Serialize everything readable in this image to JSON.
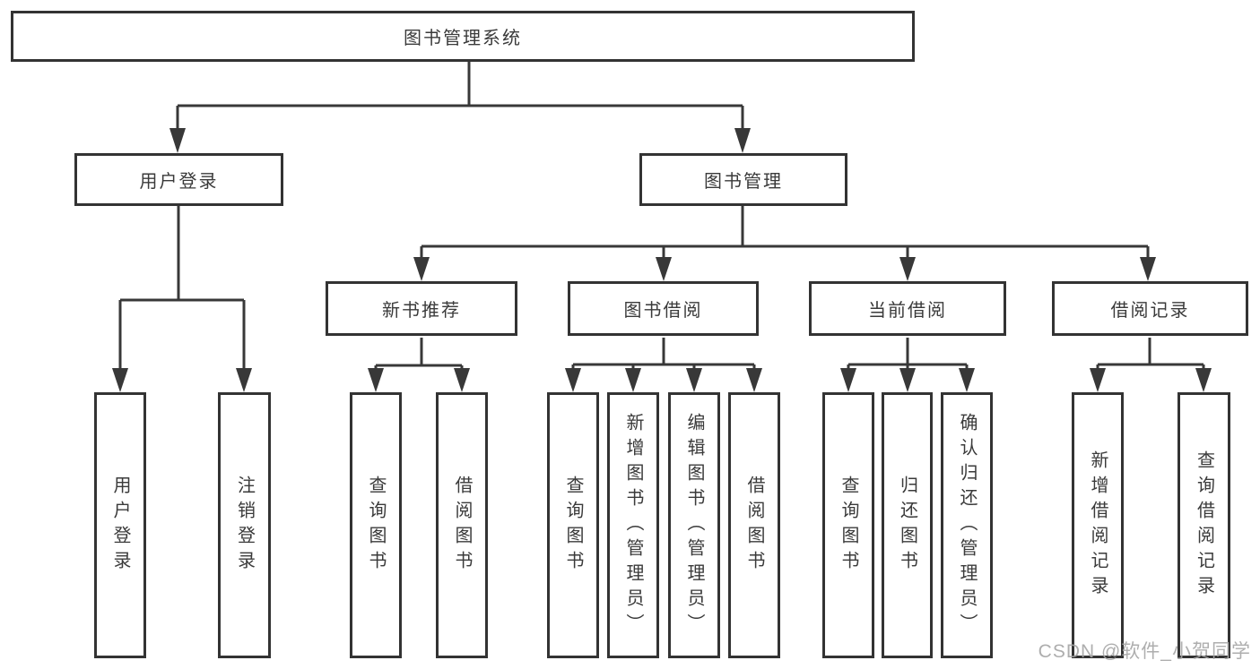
{
  "diagram_title": "图书管理系统",
  "nodes": {
    "root": "图书管理系统",
    "user_login": "用户登录",
    "book_mgmt": "图书管理",
    "new_book_rec": "新书推荐",
    "book_borrow": "图书借阅",
    "current_borrow": "当前借阅",
    "borrow_records": "借阅记录",
    "ul_user_login": "用户登录",
    "ul_logout": "注销登录",
    "nb_query_books": "查询图书",
    "nb_borrow_books": "借阅图书",
    "bb_query_books": "查询图书",
    "bb_add_books": "新增图书（管理员）",
    "bb_edit_books": "编辑图书（管理员）",
    "bb_borrow_books": "借阅图书",
    "cb_query_books": "查询图书",
    "cb_return_books": "归还图书",
    "cb_confirm_return": "确认归还（管理员）",
    "br_add_record": "新增借阅记录",
    "br_query_record": "查询借阅记录"
  },
  "hierarchy": {
    "图书管理系统": [
      "用户登录",
      "图书管理"
    ],
    "用户登录": [
      "用户登录",
      "注销登录"
    ],
    "图书管理": [
      "新书推荐",
      "图书借阅",
      "当前借阅",
      "借阅记录"
    ],
    "新书推荐": [
      "查询图书",
      "借阅图书"
    ],
    "图书借阅": [
      "查询图书",
      "新增图书（管理员）",
      "编辑图书（管理员）",
      "借阅图书"
    ],
    "当前借阅": [
      "查询图书",
      "归还图书",
      "确认归还（管理员）"
    ],
    "借阅记录": [
      "新增借阅记录",
      "查询借阅记录"
    ]
  },
  "watermark": "CSDN @软件_小贺同学",
  "colors": {
    "line": "#383838",
    "box_border": "#333333",
    "text": "#3a3a3a",
    "background": "#ffffff",
    "watermark": "#a5a5a5"
  }
}
